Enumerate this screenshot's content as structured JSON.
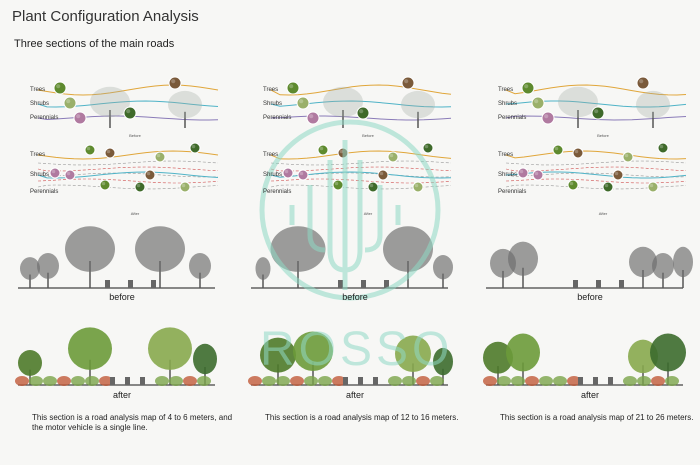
{
  "title": "Plant Configuration Analysis",
  "subtitle": "Three sections of the main roads",
  "layers": {
    "trees": "Trees",
    "shrubs": "Shrubs",
    "perennials": "Perennials"
  },
  "stage_labels": {
    "before_small": "Before",
    "after_small": "After"
  },
  "captions": {
    "before": "before",
    "after": "after"
  },
  "sections": [
    {
      "description": "This section is a road analysis map of 4 to 6 meters, and the motor vehicle is a single line."
    },
    {
      "description": "This section is a road analysis map of 12 to 16 meters."
    },
    {
      "description": "This section is a road analysis map of 21 to 26 meters."
    }
  ],
  "watermark_text": "ROSSO",
  "colors": {
    "tree_line": "#e0a63a",
    "shrub_line": "#4fb3c7",
    "perennial_line": "#8a7bb8",
    "red_dash": "#d05050",
    "watermark": "#8fd9c4"
  }
}
